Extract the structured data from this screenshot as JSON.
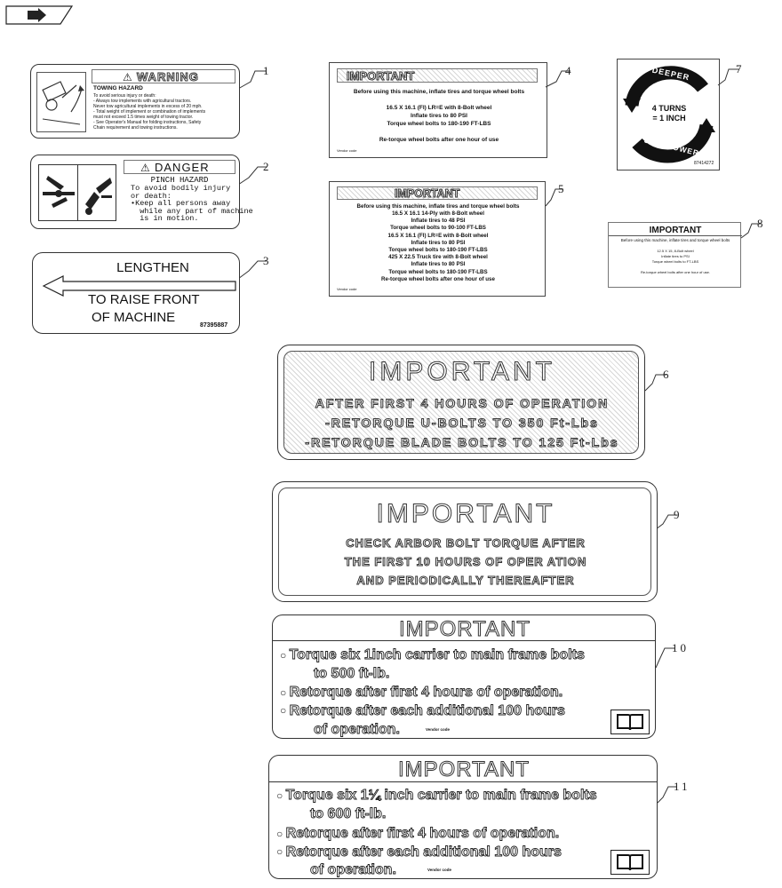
{
  "decals": [
    {
      "id": "1",
      "title": "WARNING",
      "subtitle": "TOWING HAZARD",
      "lines": [
        "To avoid serious injury or death:",
        "- Always tow implements with agricultural tractors.",
        "  Never tow agricultural implements in excess of 20 mph.",
        "- Total weight of implement or combination of implements",
        "  must not exceed 1.5 times weight of towing tractor.",
        "- See Operator's Manual for folding instructions, Safety",
        "  Chain requirement and towing instructions."
      ]
    },
    {
      "id": "2",
      "title": "DANGER",
      "subtitle": "PINCH HAZARD",
      "lines": [
        "To avoid bodily injury",
        "or death:",
        "•Keep all persons away",
        "  while any part of machine",
        "  is in motion."
      ]
    },
    {
      "id": "3",
      "top": "LENGTHEN",
      "line1": "TO RAISE FRONT",
      "line2": "OF MACHINE",
      "part": "87395887"
    },
    {
      "id": "4",
      "title": "IMPORTANT",
      "intro": "Before using this machine, inflate tires and torque wheel bolts",
      "lines": [
        "16.5 X 16.1 (FI) LR=E with 8-Bolt wheel",
        "Inflate tires to 80 PSI",
        "Torque wheel bolts to 180-190 FT-LBS"
      ],
      "outro": "Re-torque wheel bolts after one hour of use",
      "vendor": "Vendor code"
    },
    {
      "id": "5",
      "title": "IMPORTANT",
      "intro": "Before using this machine, inflate tires and torque wheel bolts",
      "lines": [
        "16.5 X 16.1 14-Ply with 8-Bolt wheel",
        "Inflate tires to 48 PSI",
        "Torque wheel bolts to 90-100 FT-LBS",
        "16.5 X 16.1 (FI) LR=E with 8-Bolt wheel",
        "Inflate tires to 80 PSI",
        "Torque wheel bolts to 180-190 FT-LBS",
        "425 X 22.5 Truck tire with 8-Bolt wheel",
        "Inflate tires to 80 PSI",
        "Torque wheel bolts to 180-190 FT-LBS",
        "Re-torque wheel bolts after one hour of use"
      ],
      "vendor": "Vendor code"
    },
    {
      "id": "6",
      "title": "IMPORTANT",
      "lines": [
        "AFTER FIRST 4 HOURS OF OPERATION",
        "-RETORQUE U-BOLTS TO 350 Ft-Lbs",
        "-RETORQUE BLADE BOLTS TO 125 Ft-Lbs"
      ]
    },
    {
      "id": "7",
      "top": "DEEPER",
      "mid1": "4 TURNS",
      "mid2": "= 1 INCH",
      "bottom": "SHALLOWER",
      "part": "87414272"
    },
    {
      "id": "8",
      "title": "IMPORTANT",
      "intro": "Before using this machine, inflate tires and torque wheel bolts",
      "lines": [
        "12.5 X 15, 8-Bolt wheel",
        "Inflate tires to PSI",
        "Torque wheel bolts to FT-LBS"
      ],
      "outro": "Re-torque wheel bolts after one hour of use."
    },
    {
      "id": "9",
      "title": "IMPORTANT",
      "lines": [
        "CHECK ARBOR BOLT TORQUE AFTER",
        "THE FIRST 10 HOURS OF OPER ATION",
        "AND PERIODICALLY THEREAFTER"
      ]
    },
    {
      "id": "10",
      "title": "IMPORTANT",
      "b1": "Torque six 1inch carrier to main frame bolts",
      "b1b": "to 500 ft-lb.",
      "b2": "Retorque after first 4 hours of operation.",
      "b3": "Retorque after each additional 100 hours",
      "b3b": "of operation.",
      "vendor": "Vendor code"
    },
    {
      "id": "11",
      "title": "IMPORTANT",
      "b1": "Torque six 1¼ inch carrier to main frame bolts",
      "b1b": "to 600 ft-lb.",
      "b2": "Retorque after first 4 hours of operation.",
      "b3": "Retorque after each additional 100 hours",
      "b3b": "of operation.",
      "vendor": "Vendor code"
    }
  ]
}
